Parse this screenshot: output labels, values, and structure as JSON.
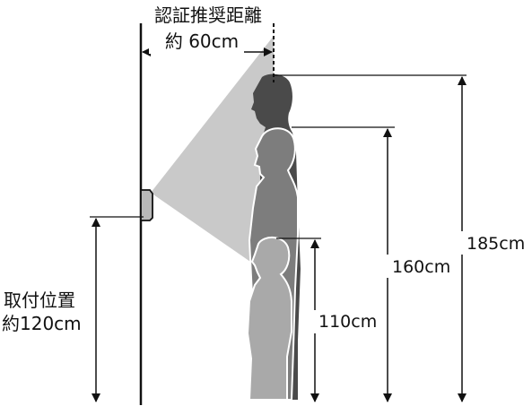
{
  "recommended_distance": {
    "title": "認証推奨距離",
    "value": "約 60cm"
  },
  "mount_position": {
    "title": "取付位置",
    "value": "約120cm"
  },
  "heights": {
    "tall": "185cm",
    "medium": "160cm",
    "short": "110cm"
  },
  "colors": {
    "cone": "#c9c9c9",
    "tall_person": "#4a4a4a",
    "medium_person": "#7d7d7d",
    "short_person": "#a9a9a9",
    "device": "#b8b8b8"
  }
}
